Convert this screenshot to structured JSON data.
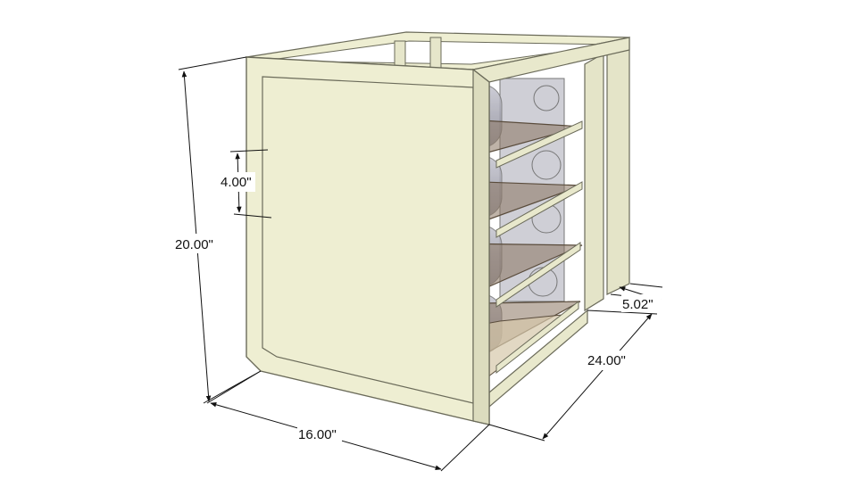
{
  "dimensions": {
    "height_total": "20.00\"",
    "shelf_spacing": "4.00\"",
    "width": "16.00\"",
    "depth": "24.00\"",
    "rear_offset": "5.02\""
  },
  "colors": {
    "frame_face": "#eeeed2",
    "frame_side": "#dcdcbe",
    "frame_edge": "#6b6b5a",
    "shelf_glass": "#8a7560",
    "drive_body": "#9a9aa6",
    "cylinder": "#b4b4c0",
    "dimension_line": "#111111"
  },
  "shelves": 4
}
